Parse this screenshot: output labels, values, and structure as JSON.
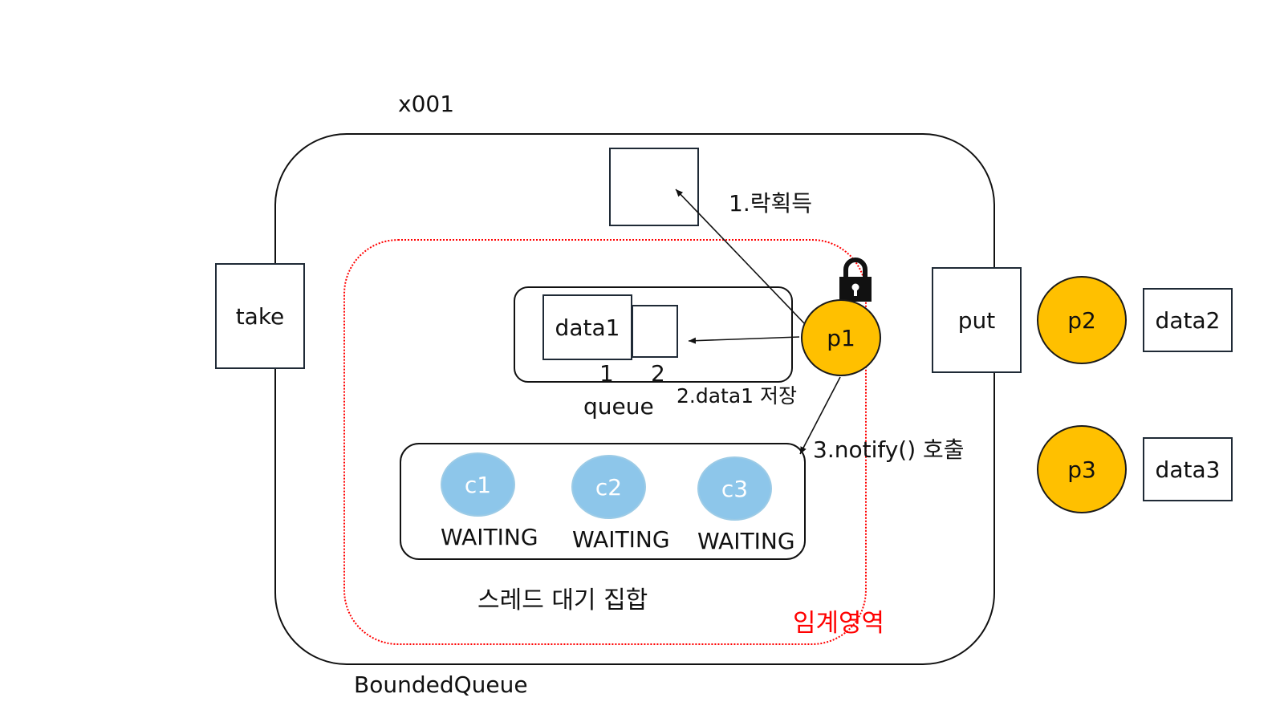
{
  "object_id": "x001",
  "object_name": "BoundedQueue",
  "methods": {
    "take": "take",
    "put": "put"
  },
  "queue": {
    "label": "queue",
    "slot1_value": "data1",
    "slot2_value": "",
    "index1": "1",
    "index2": "2"
  },
  "wait_set": {
    "label": "스레드 대기 집합",
    "threads": [
      {
        "name": "c1",
        "state": "WAITING"
      },
      {
        "name": "c2",
        "state": "WAITING"
      },
      {
        "name": "c3",
        "state": "WAITING"
      }
    ]
  },
  "critical_section_label": "임계영역",
  "steps": {
    "step1": "1.락획득",
    "step2": "2.data1 저장",
    "step3": "3.notify() 호출"
  },
  "producers": [
    {
      "name": "p1"
    },
    {
      "name": "p2",
      "data": "data2"
    },
    {
      "name": "p3",
      "data": "data3"
    }
  ],
  "colors": {
    "producer": "#ffc000",
    "consumer": "#8dc6ea",
    "critical_section": "#ff0000",
    "outline": "#1f2a36"
  },
  "icons": {
    "lock": "lock-icon"
  }
}
